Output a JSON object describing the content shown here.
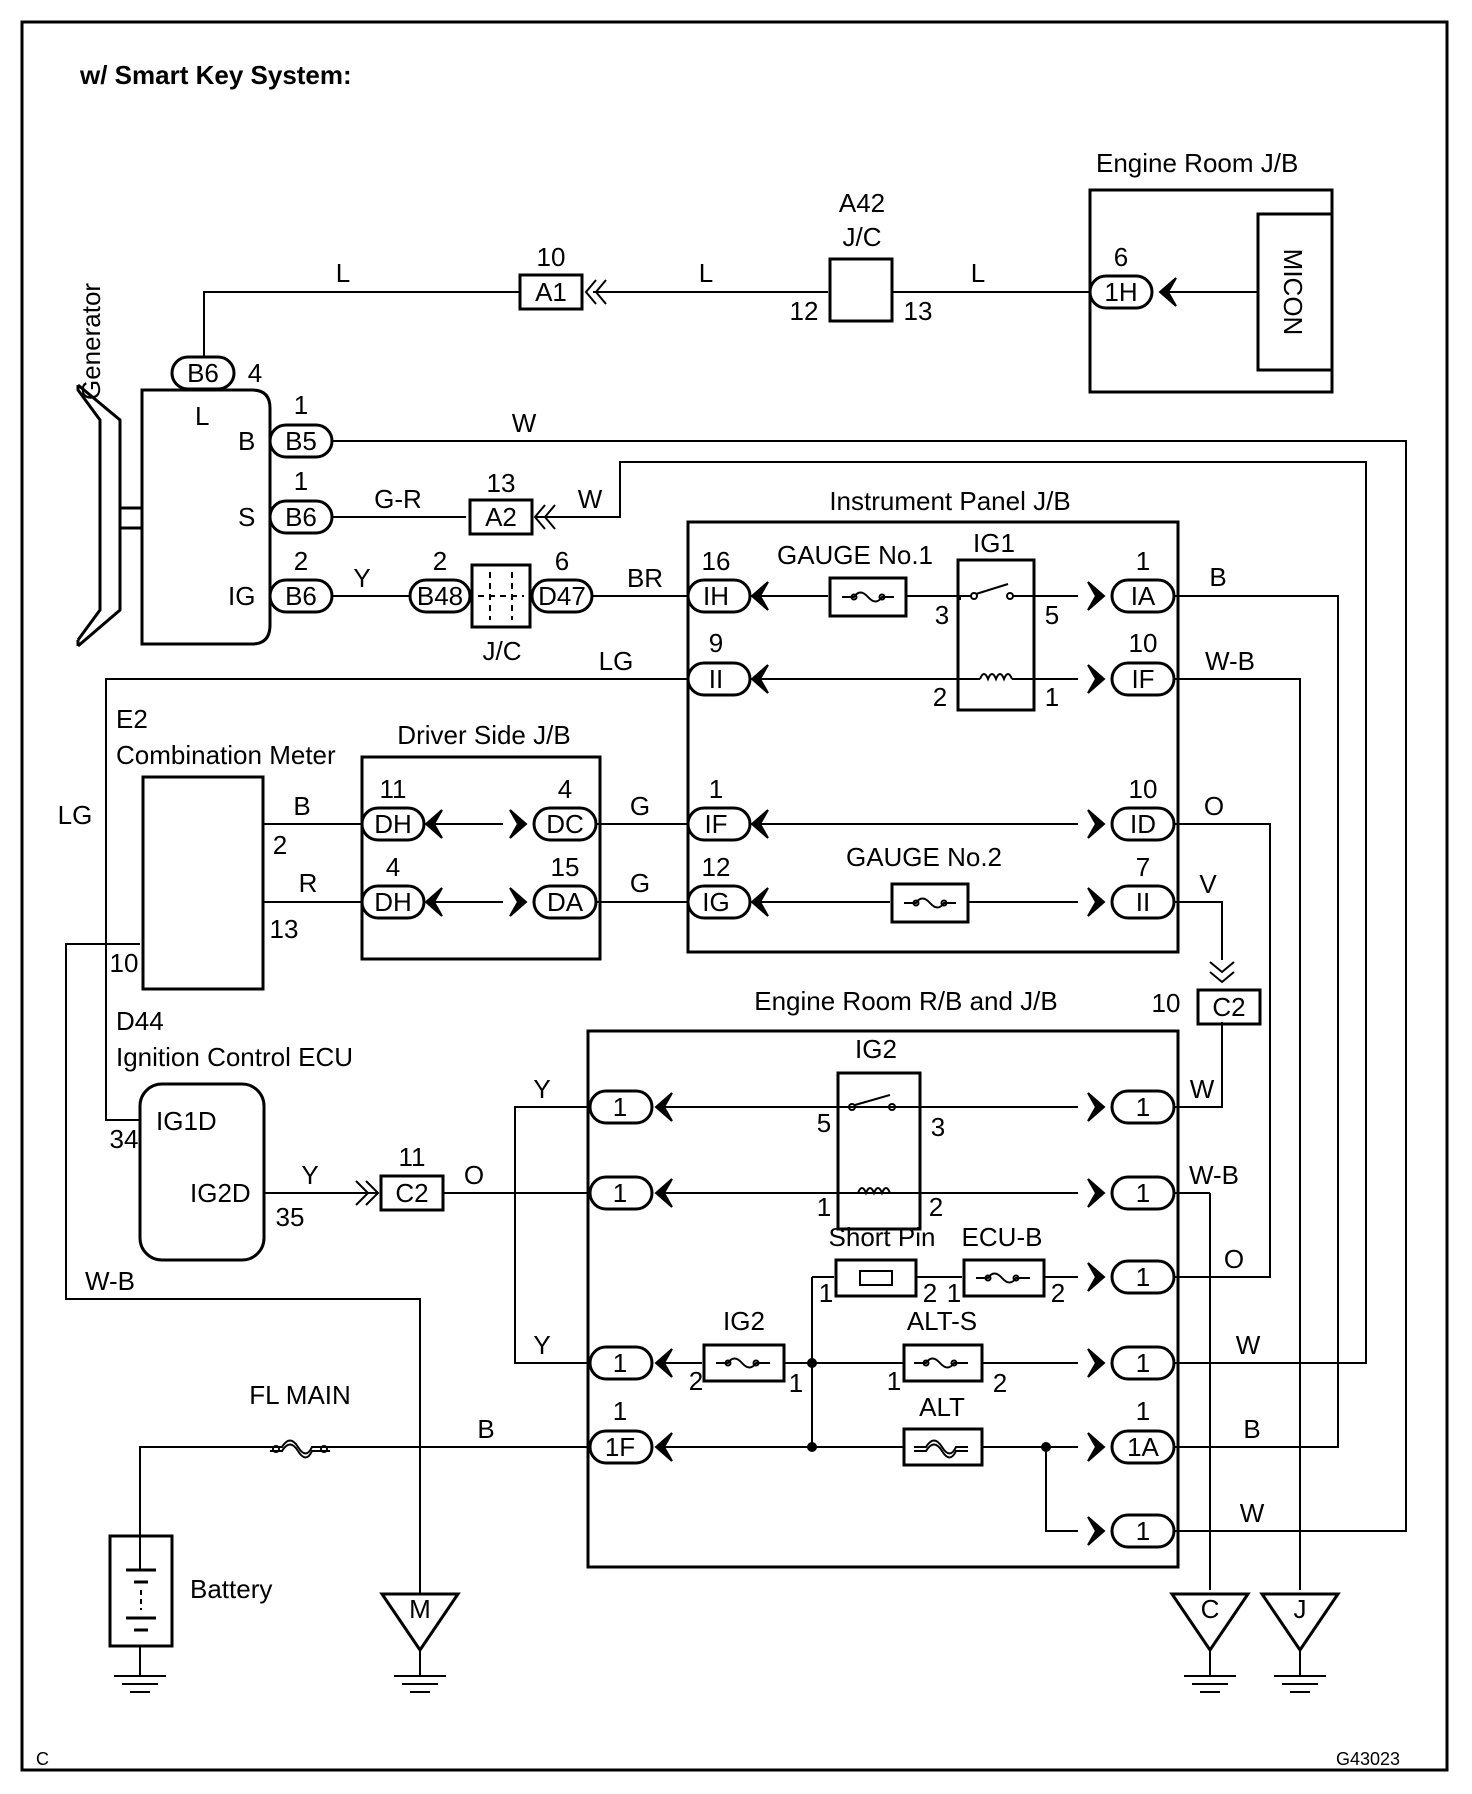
{
  "header": {
    "title": "w/ Smart Key System:",
    "corner_left": "C",
    "corner_right": "G43023"
  },
  "components": {
    "generator": "Generator",
    "engine_room_jb": "Engine Room J/B",
    "micon": "MICON",
    "a42_code": "A42",
    "a42_name": "J/C",
    "jc_small": "J/C",
    "instrument_panel_jb": "Instrument Panel J/B",
    "gauge1": "GAUGE No.1",
    "gauge2": "GAUGE No.2",
    "ig1": "IG1",
    "e2_code": "E2",
    "combination_meter": "Combination Meter",
    "driver_side_jb": "Driver Side J/B",
    "engine_room_rb_jb": "Engine Room R/B and J/B",
    "ig2_relay": "IG2",
    "d44_code": "D44",
    "ignition_control_ecu": "Ignition Control ECU",
    "ig1d": "IG1D",
    "ig2d": "IG2D",
    "short_pin": "Short Pin",
    "ecu_b": "ECU-B",
    "ig2_fuse": "IG2",
    "alt_s": "ALT-S",
    "alt": "ALT",
    "fl_main": "FL MAIN",
    "battery": "Battery"
  },
  "terminals": {
    "gen_l": "L",
    "gen_b": "B",
    "gen_s": "S",
    "gen_ig": "IG"
  },
  "connectors": {
    "b6_top": "B6",
    "b6_top_pin": "4",
    "b5": "B5",
    "b5_pin": "1",
    "b6_s": "B6",
    "b6_s_pin": "1",
    "b6_ig": "B6",
    "b6_ig_pin": "2",
    "a1": "A1",
    "a1_pin": "10",
    "a2": "A2",
    "a2_pin": "13",
    "jc_pin_left": "12",
    "jc_pin_right": "13",
    "h1": "1H",
    "h1_pin": "6",
    "b48": "B48",
    "b48_pin": "2",
    "d47": "D47",
    "d47_pin": "6",
    "ih": "IH",
    "ih_pin": "16",
    "ii_top": "II",
    "ii_top_pin": "9",
    "if_left": "IF",
    "if_left_pin": "1",
    "ig_left": "IG",
    "ig_left_pin": "12",
    "ia": "IA",
    "ia_pin": "1",
    "if_right": "IF",
    "if_right_pin": "10",
    "id": "ID",
    "id_pin": "10",
    "ii_right": "II",
    "ii_right_pin": "7",
    "dh1": "DH",
    "dh1_pin": "11",
    "dc": "DC",
    "dc_pin": "4",
    "dh2": "DH",
    "dh2_pin": "4",
    "da": "DA",
    "da_pin": "15",
    "c2_top": "C2",
    "c2_top_pin": "10",
    "c2_mid": "C2",
    "c2_mid_pin": "11",
    "er_left": [
      "1",
      "1",
      "1"
    ],
    "f1": "1F",
    "f1_pin": "1",
    "er_right": [
      "1",
      "1",
      "1",
      "1",
      "1"
    ],
    "a1_right": "1A",
    "a1_right_pin": "1"
  },
  "pins": {
    "ig1_3": "3",
    "ig1_5": "5",
    "ig1_2": "2",
    "ig1_1": "1",
    "meter_2": "2",
    "meter_13": "13",
    "meter_10": "10",
    "ecu_34": "34",
    "ecu_35": "35",
    "ig2_5": "5",
    "ig2_3": "3",
    "ig2_1": "1",
    "ig2_2": "2",
    "sp_1": "1",
    "sp_2": "2",
    "ecub_1": "1",
    "ecub_2": "2",
    "ig2f_2": "2",
    "ig2f_1": "1",
    "alts_1": "1",
    "alts_2": "2"
  },
  "wires": {
    "l1": "L",
    "l2": "L",
    "l3": "L",
    "w_b5": "W",
    "gr": "G-R",
    "w_a2": "W",
    "y_ig": "Y",
    "br": "BR",
    "lg_top": "LG",
    "lg_left": "LG",
    "b_meter": "B",
    "r_meter": "R",
    "g1": "G",
    "g2": "G",
    "b_ia": "B",
    "wb_if": "W-B",
    "o_id": "O",
    "v_ii": "V",
    "w_er1": "W",
    "wb_er2": "W-B",
    "o_er3": "O",
    "w_er4": "W",
    "b_er5": "B",
    "w_er6": "W",
    "y_er1": "Y",
    "y_er4": "Y",
    "y_ecu": "Y",
    "o_c2": "O",
    "wb_left": "W-B",
    "b_batt": "B"
  },
  "grounds": [
    "M",
    "C",
    "J"
  ]
}
